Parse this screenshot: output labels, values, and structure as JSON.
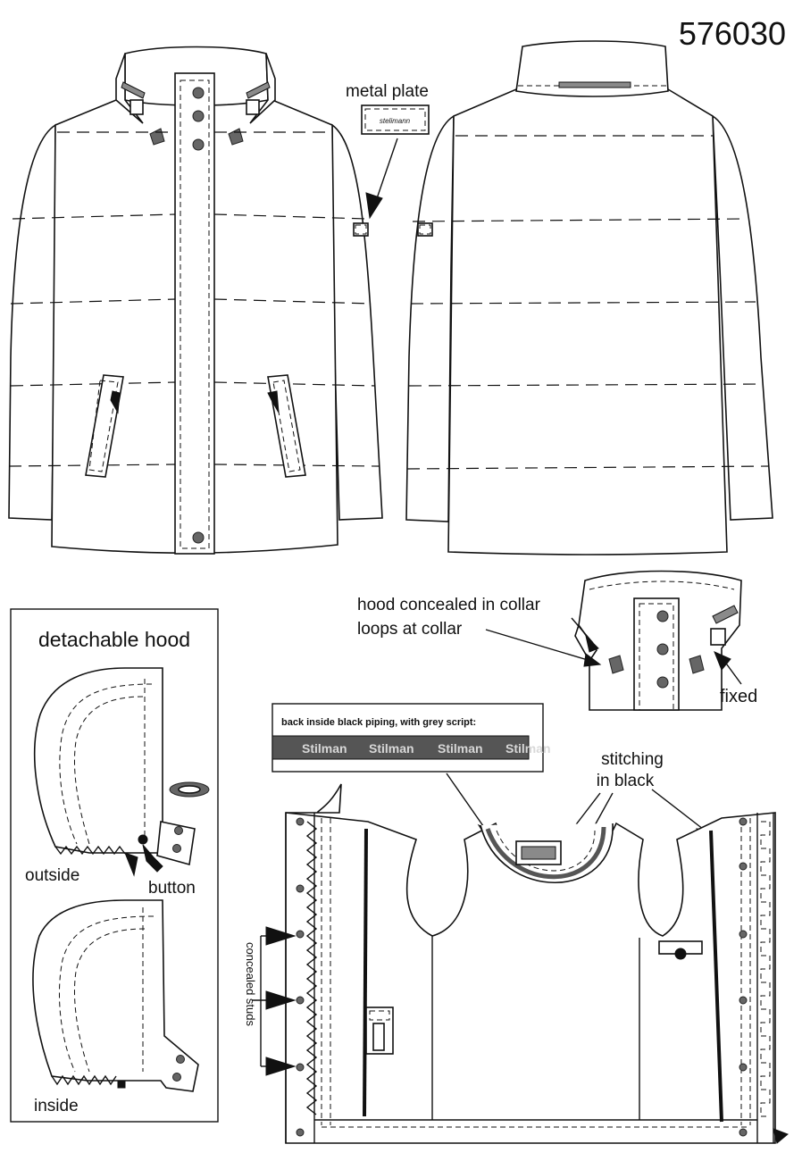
{
  "style_number": "576030",
  "labels": {
    "metal_plate": "metal plate",
    "hood_concealed": "hood concealed in collar",
    "loops_at_collar": "loops at collar",
    "fixed": "fixed",
    "detachable_hood": "detachable hood",
    "outside": "outside",
    "button": "button",
    "inside": "inside",
    "stitching_line1": "stitching",
    "stitching_line2": "in black",
    "concealed_studs": "concealed studs",
    "back_inside_piping": "back inside black piping, with grey script:"
  },
  "piping_script": [
    "Stilman",
    "Stilman",
    "Stilman",
    "Stilman"
  ],
  "colors": {
    "line": "#111111",
    "grey": "#8a8a8a",
    "piping": "#555555"
  }
}
